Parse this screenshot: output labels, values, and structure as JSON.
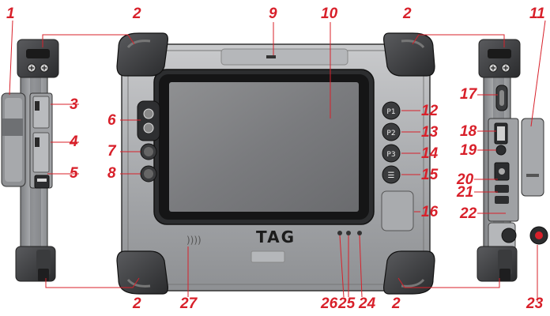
{
  "brand_logo": "TAG",
  "accent_color": "#d8202a",
  "callouts": {
    "n1": "1",
    "n2_top_left": "2",
    "n2_top_right": "2",
    "n2_bottom_left": "2",
    "n2_bottom_right": "2",
    "n3": "3",
    "n4": "4",
    "n5": "5",
    "n6": "6",
    "n7": "7",
    "n8": "8",
    "n9": "9",
    "n10": "10",
    "n11": "11",
    "n12": "12",
    "n13": "13",
    "n14": "14",
    "n15": "15",
    "n16": "16",
    "n17": "17",
    "n18": "18",
    "n19": "19",
    "n20": "20",
    "n21": "21",
    "n22": "22",
    "n23": "23",
    "n24": "24",
    "n25": "25",
    "n26": "26",
    "n27": "27"
  },
  "front_buttons": [
    "P1",
    "P2",
    "P3",
    "☰"
  ]
}
